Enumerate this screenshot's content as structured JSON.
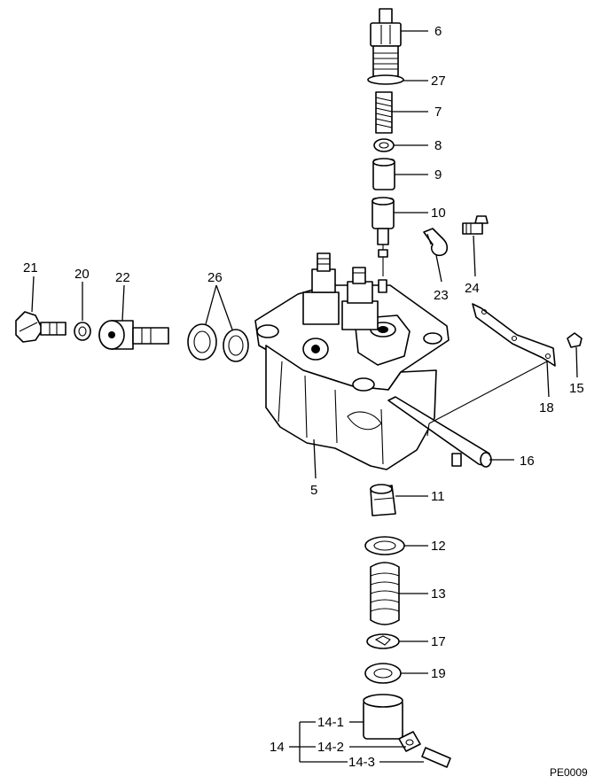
{
  "callouts": {
    "p5": "5",
    "p6": "6",
    "p7": "7",
    "p8": "8",
    "p9": "9",
    "p10": "10",
    "p11": "11",
    "p12": "12",
    "p13": "13",
    "p14": "14",
    "p14_1": "14-1",
    "p14_2": "14-2",
    "p14_3": "14-3",
    "p15": "15",
    "p16": "16",
    "p17": "17",
    "p18": "18",
    "p19": "19",
    "p20": "20",
    "p21": "21",
    "p22": "22",
    "p23": "23",
    "p24": "24",
    "p26": "26",
    "p27": "27"
  },
  "figure_code": "PE0009"
}
